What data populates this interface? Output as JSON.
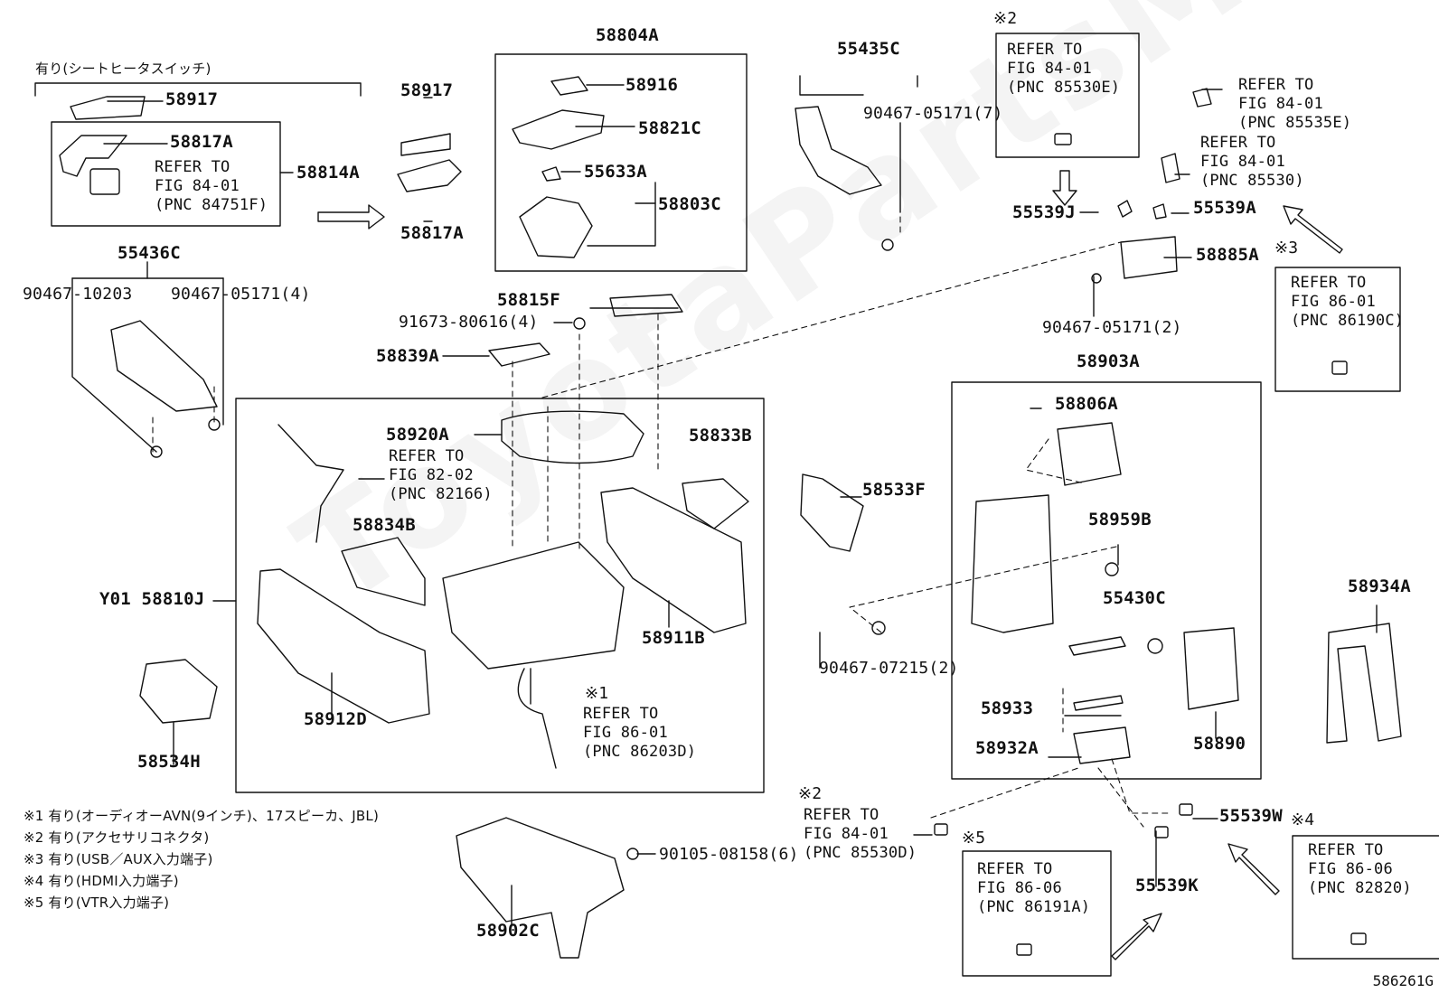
{
  "watermark": "ToyotaPartsMiner",
  "figure_code": "586261G",
  "labels": {
    "l58804A": "58804A",
    "l58916": "58916",
    "l58821C": "58821C",
    "l55633A": "55633A",
    "l58803C": "58803C",
    "seatHeater": "有り(シートヒータスイッチ)",
    "l58917a": "58917",
    "l58817Aa": "58817A",
    "ref8401_84751F": "REFER TO\nFIG 84-01\n(PNC 84751F)",
    "l58814A": "58814A",
    "l58917b": "58917",
    "l58817Ab": "58817A",
    "l55435C": "55435C",
    "l90467_05171_7": "90467-05171(7)",
    "note2a": "※2",
    "ref8401_85530E": "REFER TO\nFIG 84-01\n(PNC 85530E)",
    "ref8401_85535E": "REFER TO\nFIG 84-01\n(PNC 85535E)",
    "ref8401_85530": "REFER TO\nFIG 84-01\n(PNC 85530)",
    "l55539J": "55539J",
    "l55539A": "55539A",
    "l58885A": "58885A",
    "note3": "※3",
    "ref8601_86190C": "REFER TO\nFIG 86-01\n(PNC 86190C)",
    "l90467_05171_2": "90467-05171(2)",
    "l55436C": "55436C",
    "l90467_10203": "90467-10203",
    "l90467_05171_4": "90467-05171(4)",
    "l58815F": "58815F",
    "l91673": "91673-80616(4)",
    "l58839A": "58839A",
    "l58920A": "58920A",
    "ref8202_82166": "REFER TO\nFIG 82-02\n(PNC 82166)",
    "l58833B": "58833B",
    "l58834B": "58834B",
    "lY01": "Y01 58810J",
    "l58911B": "58911B",
    "note1": "※1",
    "ref8601_86203D": "REFER TO\nFIG 86-01\n(PNC 86203D)",
    "l58912D": "58912D",
    "l58534H": "58534H",
    "l58533F": "58533F",
    "l90467_07215": "90467-07215(2)",
    "l58903A": "58903A",
    "l58806A": "58806A",
    "l58959B": "58959B",
    "l55430C": "55430C",
    "l58933": "58933",
    "l58890": "58890",
    "l58932A": "58932A",
    "l58934A": "58934A",
    "note2b": "※2",
    "ref8401_85530D": "REFER TO\nFIG 84-01\n(PNC 85530D)",
    "note5": "※5",
    "ref8606_86191A": "REFER TO\nFIG 86-06\n(PNC 86191A)",
    "l55539K": "55539K",
    "l55539W": "55539W",
    "note4": "※4",
    "ref8606_82820": "REFER TO\nFIG 86-06\n(PNC 82820)",
    "l90105": "90105-08158(6)",
    "l58902C": "58902C"
  },
  "notes": [
    "※1 有り(オーディオーAVN(9インチ)、17スピーカ、JBL)",
    "※2 有り(アクセサリコネクタ)",
    "※3 有り(USB／AUX入力端子)",
    "※4 有り(HDMI入力端子)",
    "※5 有り(VTR入力端子)"
  ]
}
